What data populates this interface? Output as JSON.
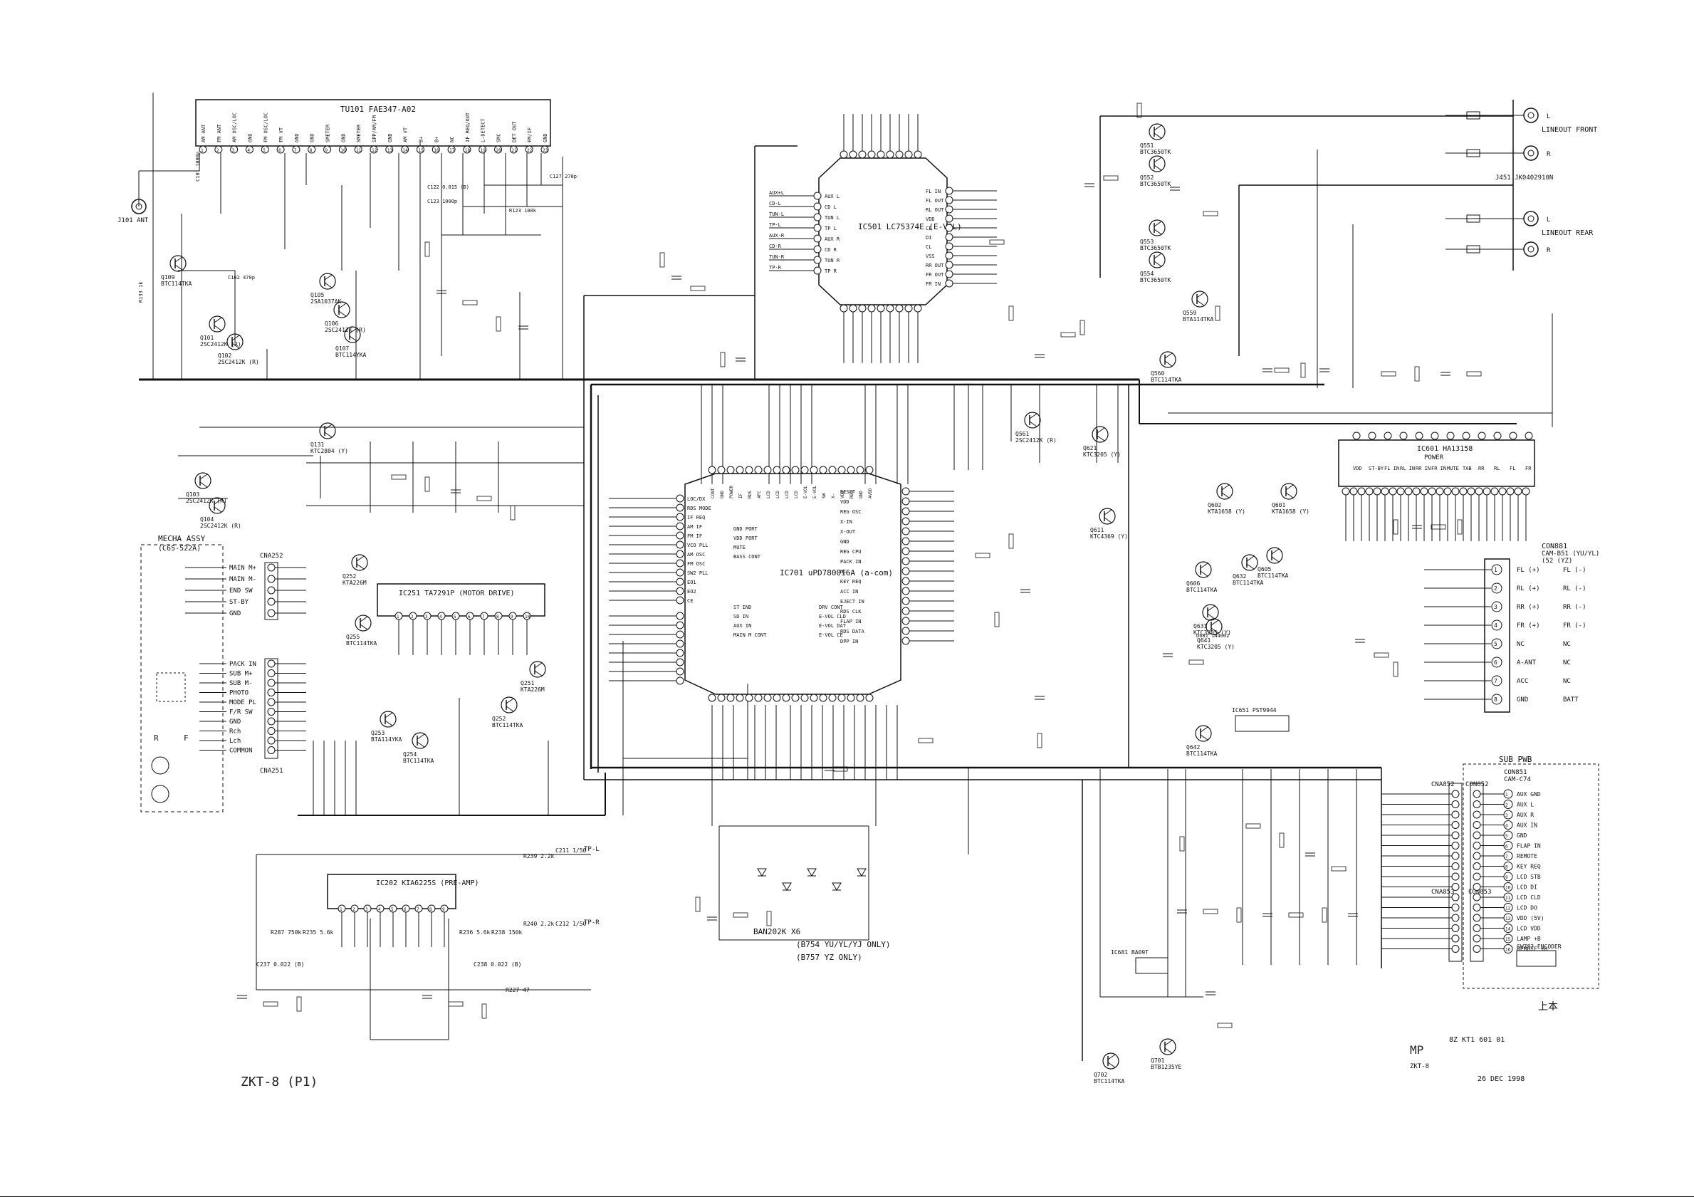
{
  "tuner": {
    "label": "TU101 FAE347-A02",
    "pins": [
      "AM ANT",
      "FM ANT",
      "AM OSC/LOC",
      "GND",
      "FM OSC/LOC",
      "FM VT",
      "GND",
      "GND",
      "SMETER",
      "GND",
      "SMETER",
      "SPP/AM/FM",
      "GND",
      "AM VT",
      "B+",
      "B+",
      "NC",
      "IF REQ/OUT",
      "L-DETECT",
      "SMC",
      "DET OUT",
      "FM/IF",
      "GND"
    ],
    "ant_label": "J101 ANT",
    "parts": [
      "Q109 BTC114TKA",
      "Q101 2SC2412K (R)",
      "Q102 2SC2412K (R)",
      "Q105 2SA1037AK",
      "Q106 2SC2412K (R)",
      "Q107 BTC114YKA",
      "Q131 KTC2804 (Y)",
      "Q103 2SC2412K (R)",
      "Q104 2SC2412K (R)",
      "R133 1k",
      "C102 470p",
      "C101 1000p",
      "C122 0.015 (B)",
      "C123 1000p",
      "R123 100k",
      "C127 270p"
    ]
  },
  "evol": {
    "label": "IC501 LC75374E (E-VOL)",
    "pins_left": [
      "AUX+L",
      "CD-L",
      "TUN-L",
      "TP-L",
      "AUX-R",
      "CD-R",
      "TUN-R",
      "TP-R"
    ],
    "pins_right": [
      "FL IN",
      "FL OUT",
      "RL OUT",
      "VDD",
      "CE",
      "DI",
      "CL",
      "VSS",
      "RR OUT",
      "FR OUT",
      "FR IN"
    ]
  },
  "outputs": {
    "front": "LINEOUT FRONT",
    "rear": "LINEOUT REAR",
    "jack": "J451 JK0402910N",
    "l": "L",
    "r": "R",
    "transistors": [
      "Q551 BTC3650TK",
      "Q552 BTC3650TK",
      "Q553 BTC3650TK",
      "Q554 BTC3650TK",
      "Q559 BTA114TKA",
      "Q560 BTC114TKA",
      "Q561 2SC2412K (R)"
    ]
  },
  "cpu": {
    "label": "IC701 uPD780016A (a-com)",
    "pins_left": [
      "LOC/DX",
      "RDS MODE",
      "IF REQ",
      "AM IF",
      "FM IF",
      "VCO PLL",
      "AM OSC",
      "FM OSC",
      "SW2 PLL",
      "EO1",
      "EO2",
      "CE"
    ],
    "pins_right": [
      "RESET",
      "VDD",
      "REG OSC",
      "X-IN",
      "X-OUT",
      "GND",
      "REG CPU",
      "PACK IN",
      "NC",
      "KEY REQ",
      "ACC IN",
      "EJECT IN",
      "RDS CLK",
      "FLAP IN",
      "RDS DATA",
      "DPP IN"
    ],
    "pins_inner": [
      "GND PORT",
      "VDD PORT",
      "MUTE",
      "BASS CONT",
      "ST IND",
      "SD IN",
      "AUX IN",
      "MAIN M CONT",
      "DRV CONT",
      "E-VOL CLD",
      "E-VOL DAT",
      "E-VOL CE"
    ]
  },
  "mecha": {
    "label": "MECHA ASSY",
    "sub": "(C65-522A)",
    "cna252": "CNA252",
    "cna251": "CNA251",
    "pins_top": [
      "MAIN M+",
      "MAIN M-",
      "END SW",
      "ST-BY",
      "GND"
    ],
    "pins_bottom": [
      "PACK IN",
      "SUB M+",
      "SUB M-",
      "PHOTO",
      "MODE PL",
      "F/R SW",
      "GND",
      "Rch",
      "Lch",
      "COMMON"
    ]
  },
  "motor": {
    "label": "IC251 TA7291P (MOTOR DRIVE)",
    "parts": [
      "Q252 KTA226M",
      "Q251 KTA226M",
      "Q253 BTA114YKA",
      "Q254 BTC114TKA",
      "Q255 BTC114TKA",
      "Q252 BTC114TKA"
    ]
  },
  "preamp": {
    "label": "IC202 KIA6225S (PRE-AMP)",
    "parts": [
      "R287 750k",
      "R235 5.6k",
      "C237 0.022 (B)",
      "R236 5.6k",
      "R238 150k",
      "C238 0.022 (B)",
      "R227 47",
      "R239 2.2k",
      "C211 1/50",
      "R240 2.2k",
      "C212 1/50"
    ],
    "tp_l": "TP-L",
    "tp_r": "TP-R"
  },
  "diodes": {
    "label": "BAN202K X6",
    "note1": "(B754 YU/YL/YJ ONLY)",
    "note2": "(B757 YZ ONLY)"
  },
  "power": {
    "label": "IC601 HA13158",
    "sub": "POWER",
    "pins": [
      "VDD",
      "ST-BY",
      "FL IN",
      "RL IN",
      "RR IN",
      "FR IN",
      "MUTE",
      "TAB",
      "RR",
      "RL",
      "FL",
      "FR"
    ],
    "parts": [
      "Q601 KTA1658 (Y)",
      "Q602 KTA1658 (Y)",
      "Q611 KTC4369 (Y)",
      "Q621 KTC3205 (Y)",
      "Q631 KTC3205 (Y)",
      "Q632 BTC114TKA",
      "Q605 BTC114TKA",
      "Q606 BTC114TKA"
    ]
  },
  "cn881": {
    "label": "CON881",
    "sub": "CAM-B51 (YU/YL)",
    "sub2": "(52 (YZ)",
    "pins": [
      "1",
      "2",
      "3",
      "4",
      "5",
      "6",
      "7",
      "8"
    ],
    "left": [
      "FL (+)",
      "RL (+)",
      "RR (+)",
      "FR (+)",
      "NC",
      "A-ANT",
      "ACC",
      "GND"
    ],
    "right": [
      "FL (-)",
      "RL (-)",
      "RR (-)",
      "FR (-)",
      "NC",
      "NC",
      "NC",
      "BATT"
    ]
  },
  "subpwb": {
    "label": "SUB PWB",
    "cn851": "CON851",
    "cn851_sub": "CAM-C74",
    "cn852": "CON852",
    "cna852": "CNA852",
    "cna853": "CNA853",
    "cn853": "CON853",
    "sw": "SW782 ENCODER",
    "pins": [
      "AUX GND",
      "AUX L",
      "AUX R",
      "AUX IN",
      "GND",
      "FLAP IN",
      "REMOTE",
      "KEY REQ",
      "LCD STB",
      "LCD DI",
      "LCD CLD",
      "LCD DO",
      "VDD (5V)",
      "LCD VDD",
      "LAMP +B",
      "REMOTE +B"
    ]
  },
  "regulators": {
    "parts": [
      "IC651 PST9944",
      "IC681 BA09T",
      "Q701 BTB1235YE",
      "Q702 BTC114TKA",
      "Q641 KTC3205 (Y)",
      "Q642 BTC114TKA",
      "D681 1N4002"
    ]
  },
  "titleblock": {
    "title": "ZKT-8 (P1)",
    "mp": "MP",
    "model": "ZKT-8",
    "code": "8Z KT1 601 01",
    "date": "26 DEC 1998",
    "kanji": "上本"
  }
}
